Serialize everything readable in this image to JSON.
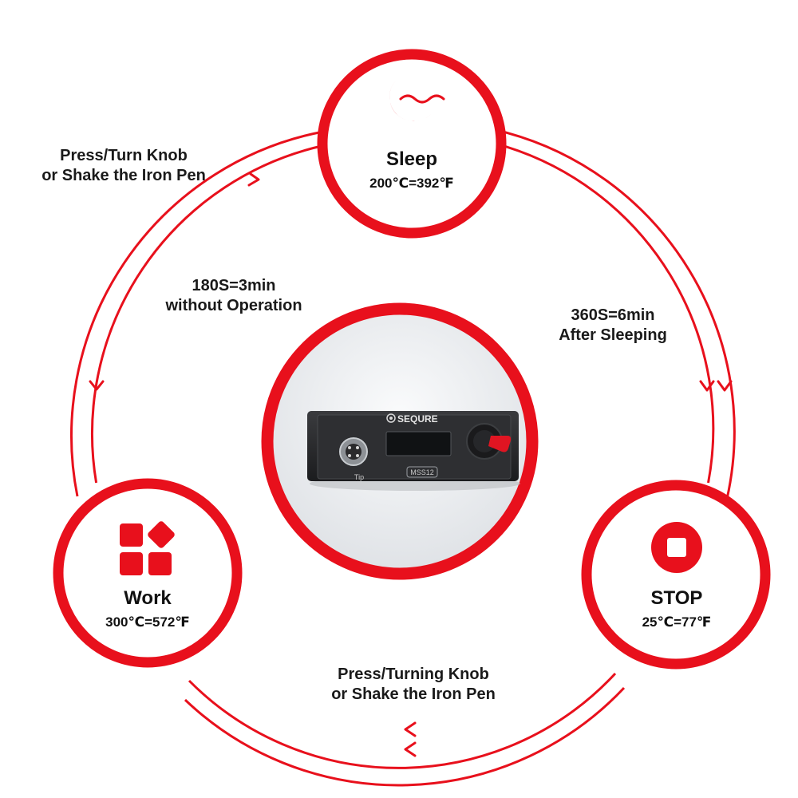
{
  "nodes": {
    "sleep": {
      "title": "Sleep",
      "temp": "200℃=392℉",
      "icon": "moon-wave-icon"
    },
    "work": {
      "title": "Work",
      "temp": "300℃=572℉",
      "icon": "grid-blocks-icon"
    },
    "stop": {
      "title": "STOP",
      "temp": "25℃=77℉",
      "icon": "stop-square-icon"
    }
  },
  "transitions": {
    "work_to_sleep_inner": {
      "line1": "180S=3min",
      "line2": "without Operation"
    },
    "sleep_to_stop": {
      "line1": "360S=6min",
      "line2": "After Sleeping"
    },
    "sleep_to_work_outer": {
      "line1": "Press/Turn Knob",
      "line2": "or Shake the Iron Pen"
    },
    "stop_to_work": {
      "line1": "Press/Turning Knob",
      "line2": "or Shake the Iron Pen"
    }
  },
  "device": {
    "brand": "SEQURE",
    "model": "MSS12",
    "port_label": "Tip"
  },
  "colors": {
    "accent": "#e8101c",
    "text": "#111111",
    "device_body": "#2b2c2e",
    "background": "#ffffff"
  }
}
